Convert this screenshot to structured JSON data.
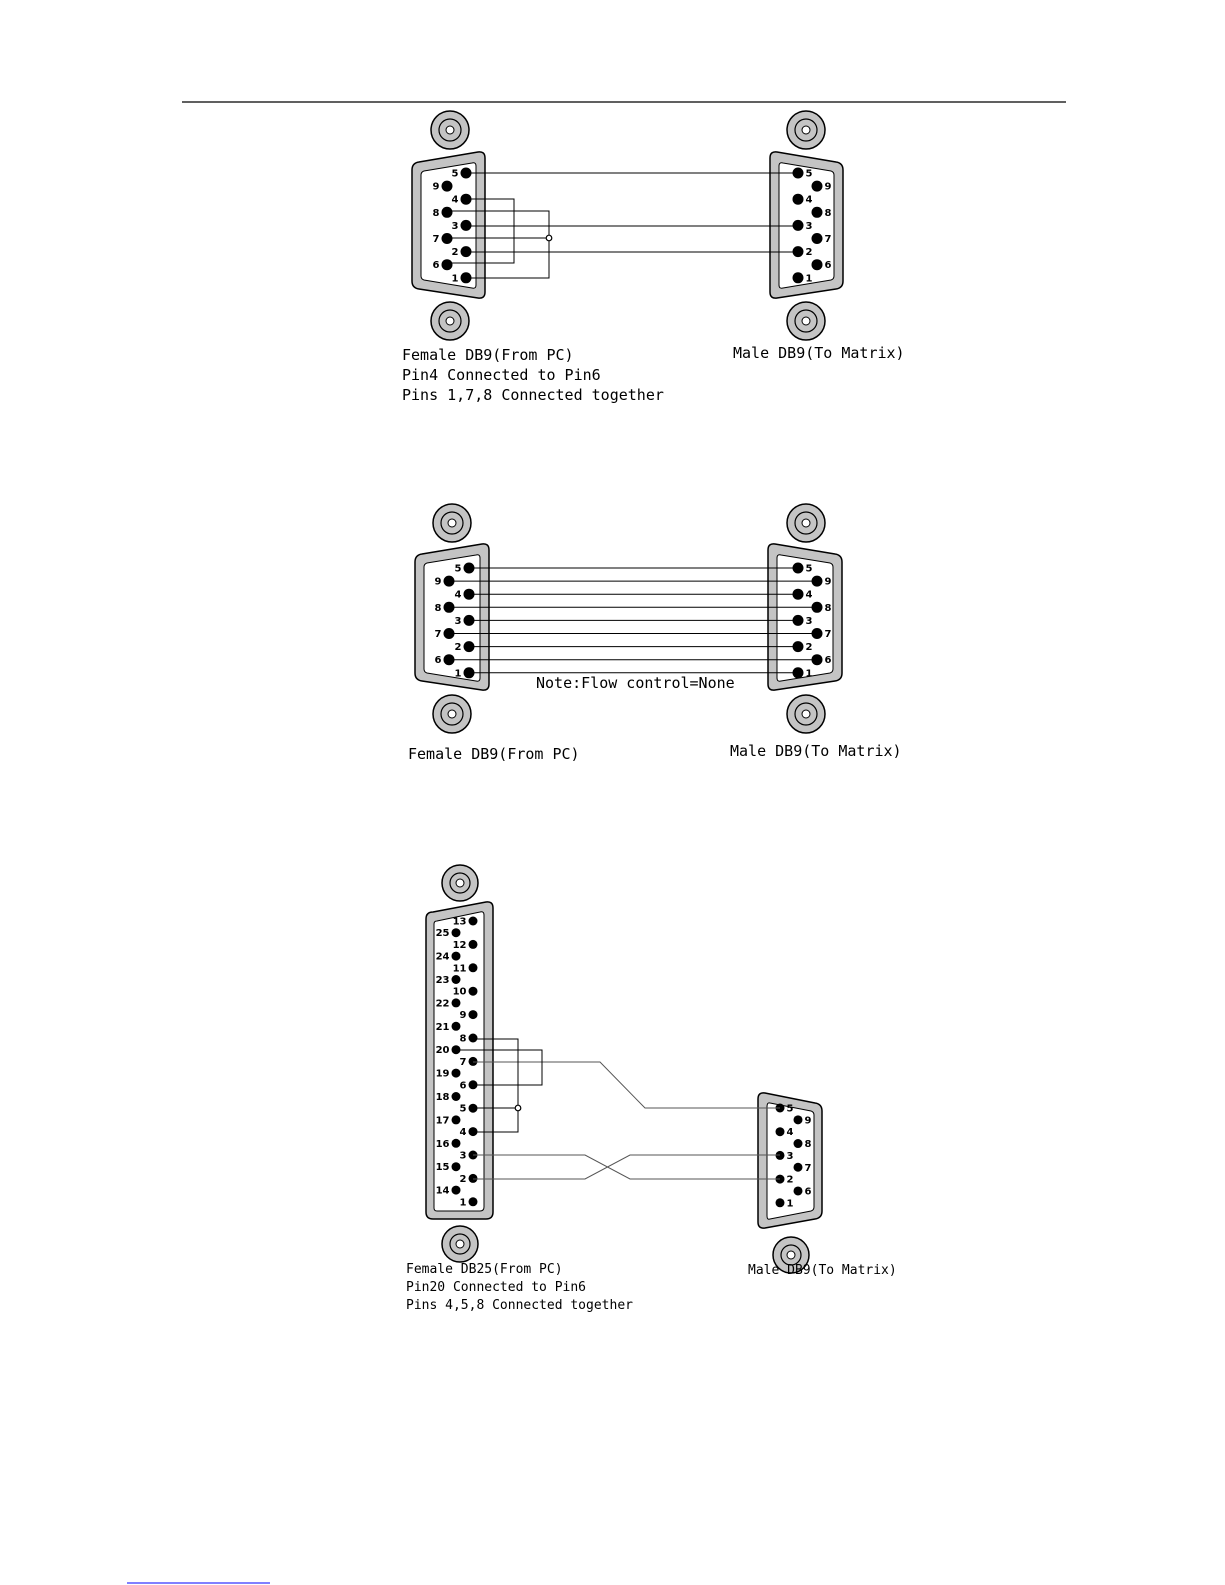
{
  "colors": {
    "ink": "#000000",
    "shell": "#c4c4c4",
    "screw": "#c4c4c4",
    "link": "#0000ff"
  },
  "diagram1": {
    "left_pins": [
      "5",
      "9",
      "4",
      "8",
      "3",
      "7",
      "2",
      "6",
      "1"
    ],
    "right_pins": [
      "5",
      "9",
      "4",
      "8",
      "3",
      "7",
      "2",
      "6",
      "1"
    ],
    "left_caption": [
      "Female DB9(From PC)",
      "Pin4 Connected to Pin6",
      "Pins 1,7,8 Connected together"
    ],
    "right_caption": "Male DB9(To Matrix)"
  },
  "diagram2": {
    "left_pins": [
      "5",
      "9",
      "4",
      "8",
      "3",
      "7",
      "2",
      "6",
      "1"
    ],
    "right_pins": [
      "5",
      "9",
      "4",
      "8",
      "3",
      "7",
      "2",
      "6",
      "1"
    ],
    "note": "Note:Flow control=None",
    "left_caption": "Female DB9(From PC)",
    "right_caption": "Male DB9(To Matrix)"
  },
  "diagram3": {
    "left_pins": [
      "13",
      "25",
      "12",
      "24",
      "11",
      "23",
      "10",
      "22",
      "9",
      "21",
      "8",
      "20",
      "7",
      "19",
      "6",
      "18",
      "5",
      "17",
      "4",
      "16",
      "3",
      "15",
      "2",
      "14",
      "1"
    ],
    "right_pins": [
      "5",
      "9",
      "4",
      "8",
      "3",
      "7",
      "2",
      "6",
      "1"
    ],
    "left_caption": [
      "Female DB25(From PC)",
      "Pin20 Connected to Pin6",
      "Pins 4,5,8 Connected together"
    ],
    "right_caption": "Male DB9(To Matrix)"
  }
}
